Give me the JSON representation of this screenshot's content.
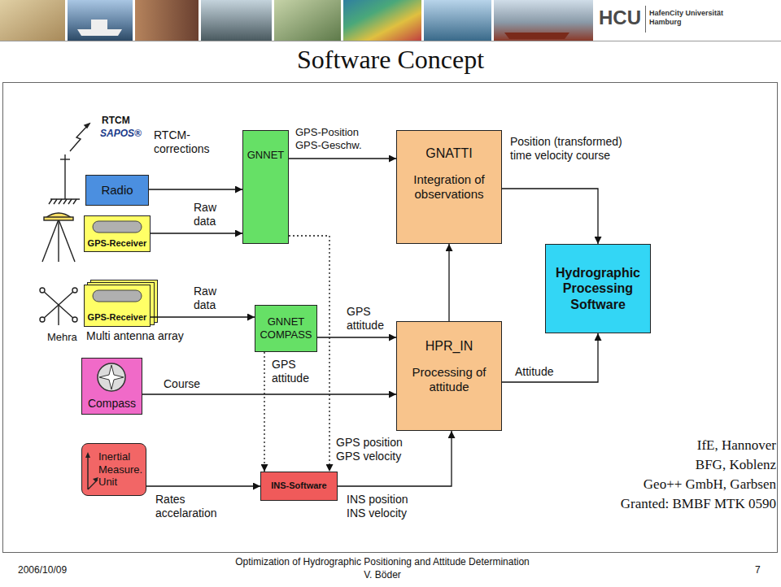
{
  "diagram": {
    "title": "Software Concept",
    "nodes": [
      {
        "text": [
          "Radio"
        ]
      },
      {
        "text": [
          "GNNET"
        ]
      },
      {
        "text": [
          "GNATTI",
          "Integration of observations"
        ]
      },
      {
        "text": [
          "GPS-Receiver"
        ]
      },
      {
        "text": [
          "Hydrographic Processing Software"
        ]
      },
      {
        "text": [
          "GPS-Receiver"
        ]
      },
      {
        "text": [
          "GNNET COMPASS"
        ]
      },
      {
        "text": [
          "Compass"
        ]
      },
      {
        "text": [
          "HPR_IN",
          "Processing of attitude"
        ]
      },
      {
        "text": [
          "Inertial Measure. Unit"
        ]
      },
      {
        "text": [
          "INS-Software"
        ]
      }
    ],
    "edges": [
      {
        "from": 0,
        "to": 1,
        "arrow": "to",
        "label": "RTCM- corrections"
      },
      {
        "from": 3,
        "to": 1,
        "arrow": "to",
        "label": "Raw data"
      },
      {
        "from": 1,
        "to": 2,
        "arrow": "to",
        "label": "GPS-Position GPS-Geschw."
      },
      {
        "from": 5,
        "to": 6,
        "arrow": "to",
        "label": "Raw data"
      },
      {
        "from": 6,
        "to": 8,
        "arrow": "to",
        "label": "GPS attitude"
      },
      {
        "from": 1,
        "to": 10,
        "arrow": "to",
        "label": "GPS position GPS velocity"
      },
      {
        "from": 6,
        "to": 10,
        "arrow": "to",
        "label": "GPS attitude"
      },
      {
        "from": 7,
        "to": 8,
        "arrow": "to",
        "label": "Course"
      },
      {
        "from": 9,
        "to": 10,
        "arrow": "to",
        "label": "Rates accelaration"
      },
      {
        "from": 10,
        "to": 8,
        "arrow": "to",
        "label": "INS position INS velocity"
      },
      {
        "from": 8,
        "to": 2,
        "arrow": "to"
      },
      {
        "from": 2,
        "to": 4,
        "arrow": "to",
        "label": "Position (transformed) time velocity course"
      },
      {
        "from": 8,
        "to": 4,
        "arrow": "to",
        "label": "Attitude"
      }
    ],
    "labels": [
      "RTCM",
      "SAPOS®",
      "HCU",
      "HafenCity Universität Hamburg",
      "Mehra",
      "Multi antenna array",
      "IfE, Hannover",
      "BFG, Koblenz",
      "Geo++ GmbH, Garbsen",
      "Granted: BMBF MTK 0590",
      "2006/10/09",
      "Optimization of Hydrographic Positioning and Attitude Determination",
      "V. Böder",
      "7"
    ]
  }
}
